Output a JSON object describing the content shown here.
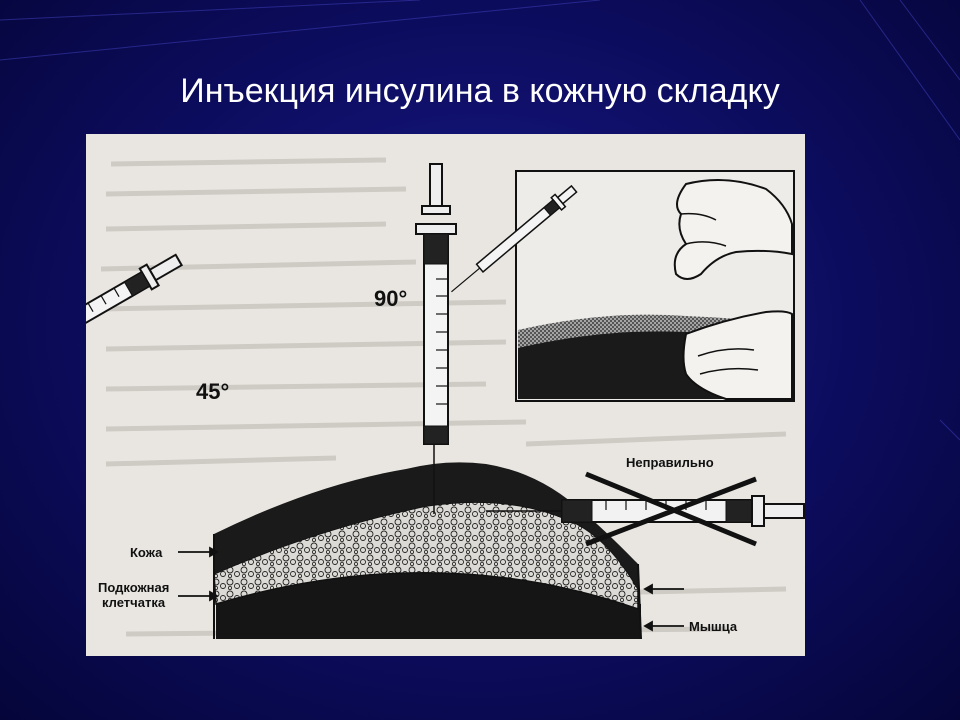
{
  "slide": {
    "title": "Инъекция инсулина в кожную складку"
  },
  "diagram": {
    "angle_45": "45°",
    "angle_90": "90°",
    "wrong_label": "Неправильно",
    "skin_label": "Кожа",
    "subcutaneous_label_line1": "Подкожная",
    "subcutaneous_label_line2": "клетчатка",
    "muscle_label": "Мышца"
  },
  "colors": {
    "background": "#0c0c5e",
    "figure_paper": "#e9e6e1",
    "ink": "#111111"
  }
}
